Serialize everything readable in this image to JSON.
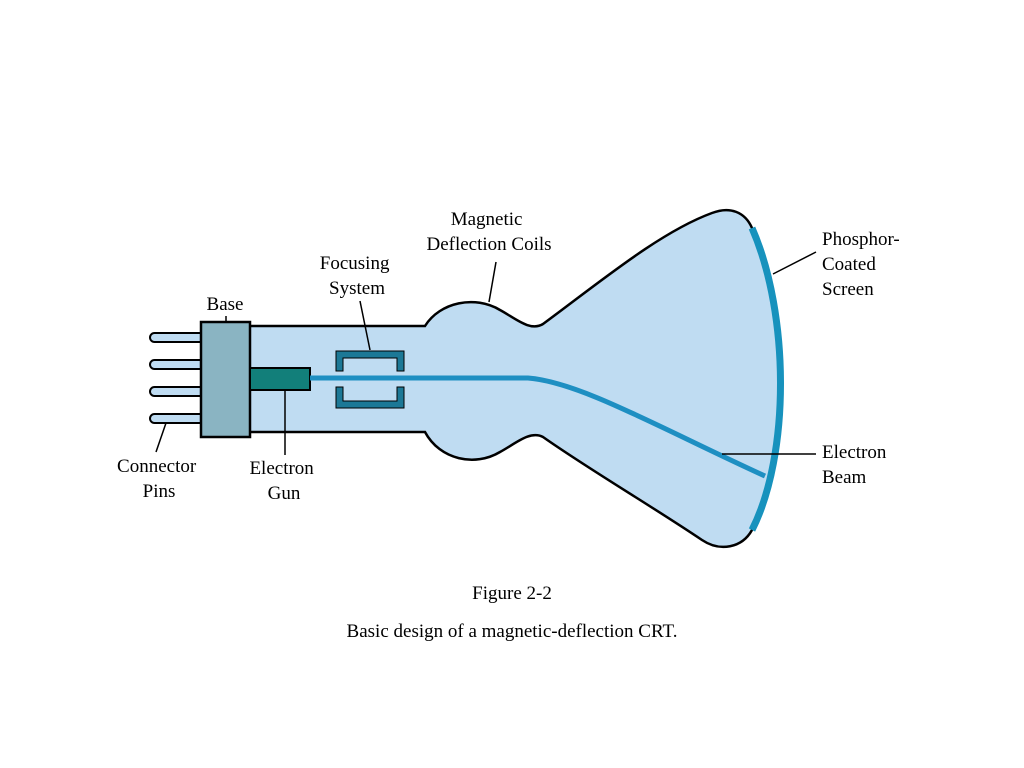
{
  "diagram": {
    "labels": {
      "base": "Base",
      "connector_pins_line1": "Connector",
      "connector_pins_line2": "Pins",
      "electron_gun_line1": "Electron",
      "electron_gun_line2": "Gun",
      "focusing_system_line1": "Focusing",
      "focusing_system_line2": "System",
      "magnetic_deflection_line1": "Magnetic",
      "magnetic_deflection_line2": "Deflection Coils",
      "phosphor_line1": "Phosphor-",
      "phosphor_line2": "Coated",
      "phosphor_line3": "Screen",
      "electron_beam_line1": "Electron",
      "electron_beam_line2": "Beam"
    },
    "colors": {
      "tube_fill": "#bfdcf2",
      "base_fill": "#8ab4c2",
      "gun_fill": "#127f7a",
      "beam": "#1e8fc2",
      "focus_plates": "#1c7896",
      "screen": "#1792bd"
    }
  },
  "caption": {
    "figure_number": "Figure 2-2",
    "text": "Basic design of a magnetic-deflection CRT."
  }
}
